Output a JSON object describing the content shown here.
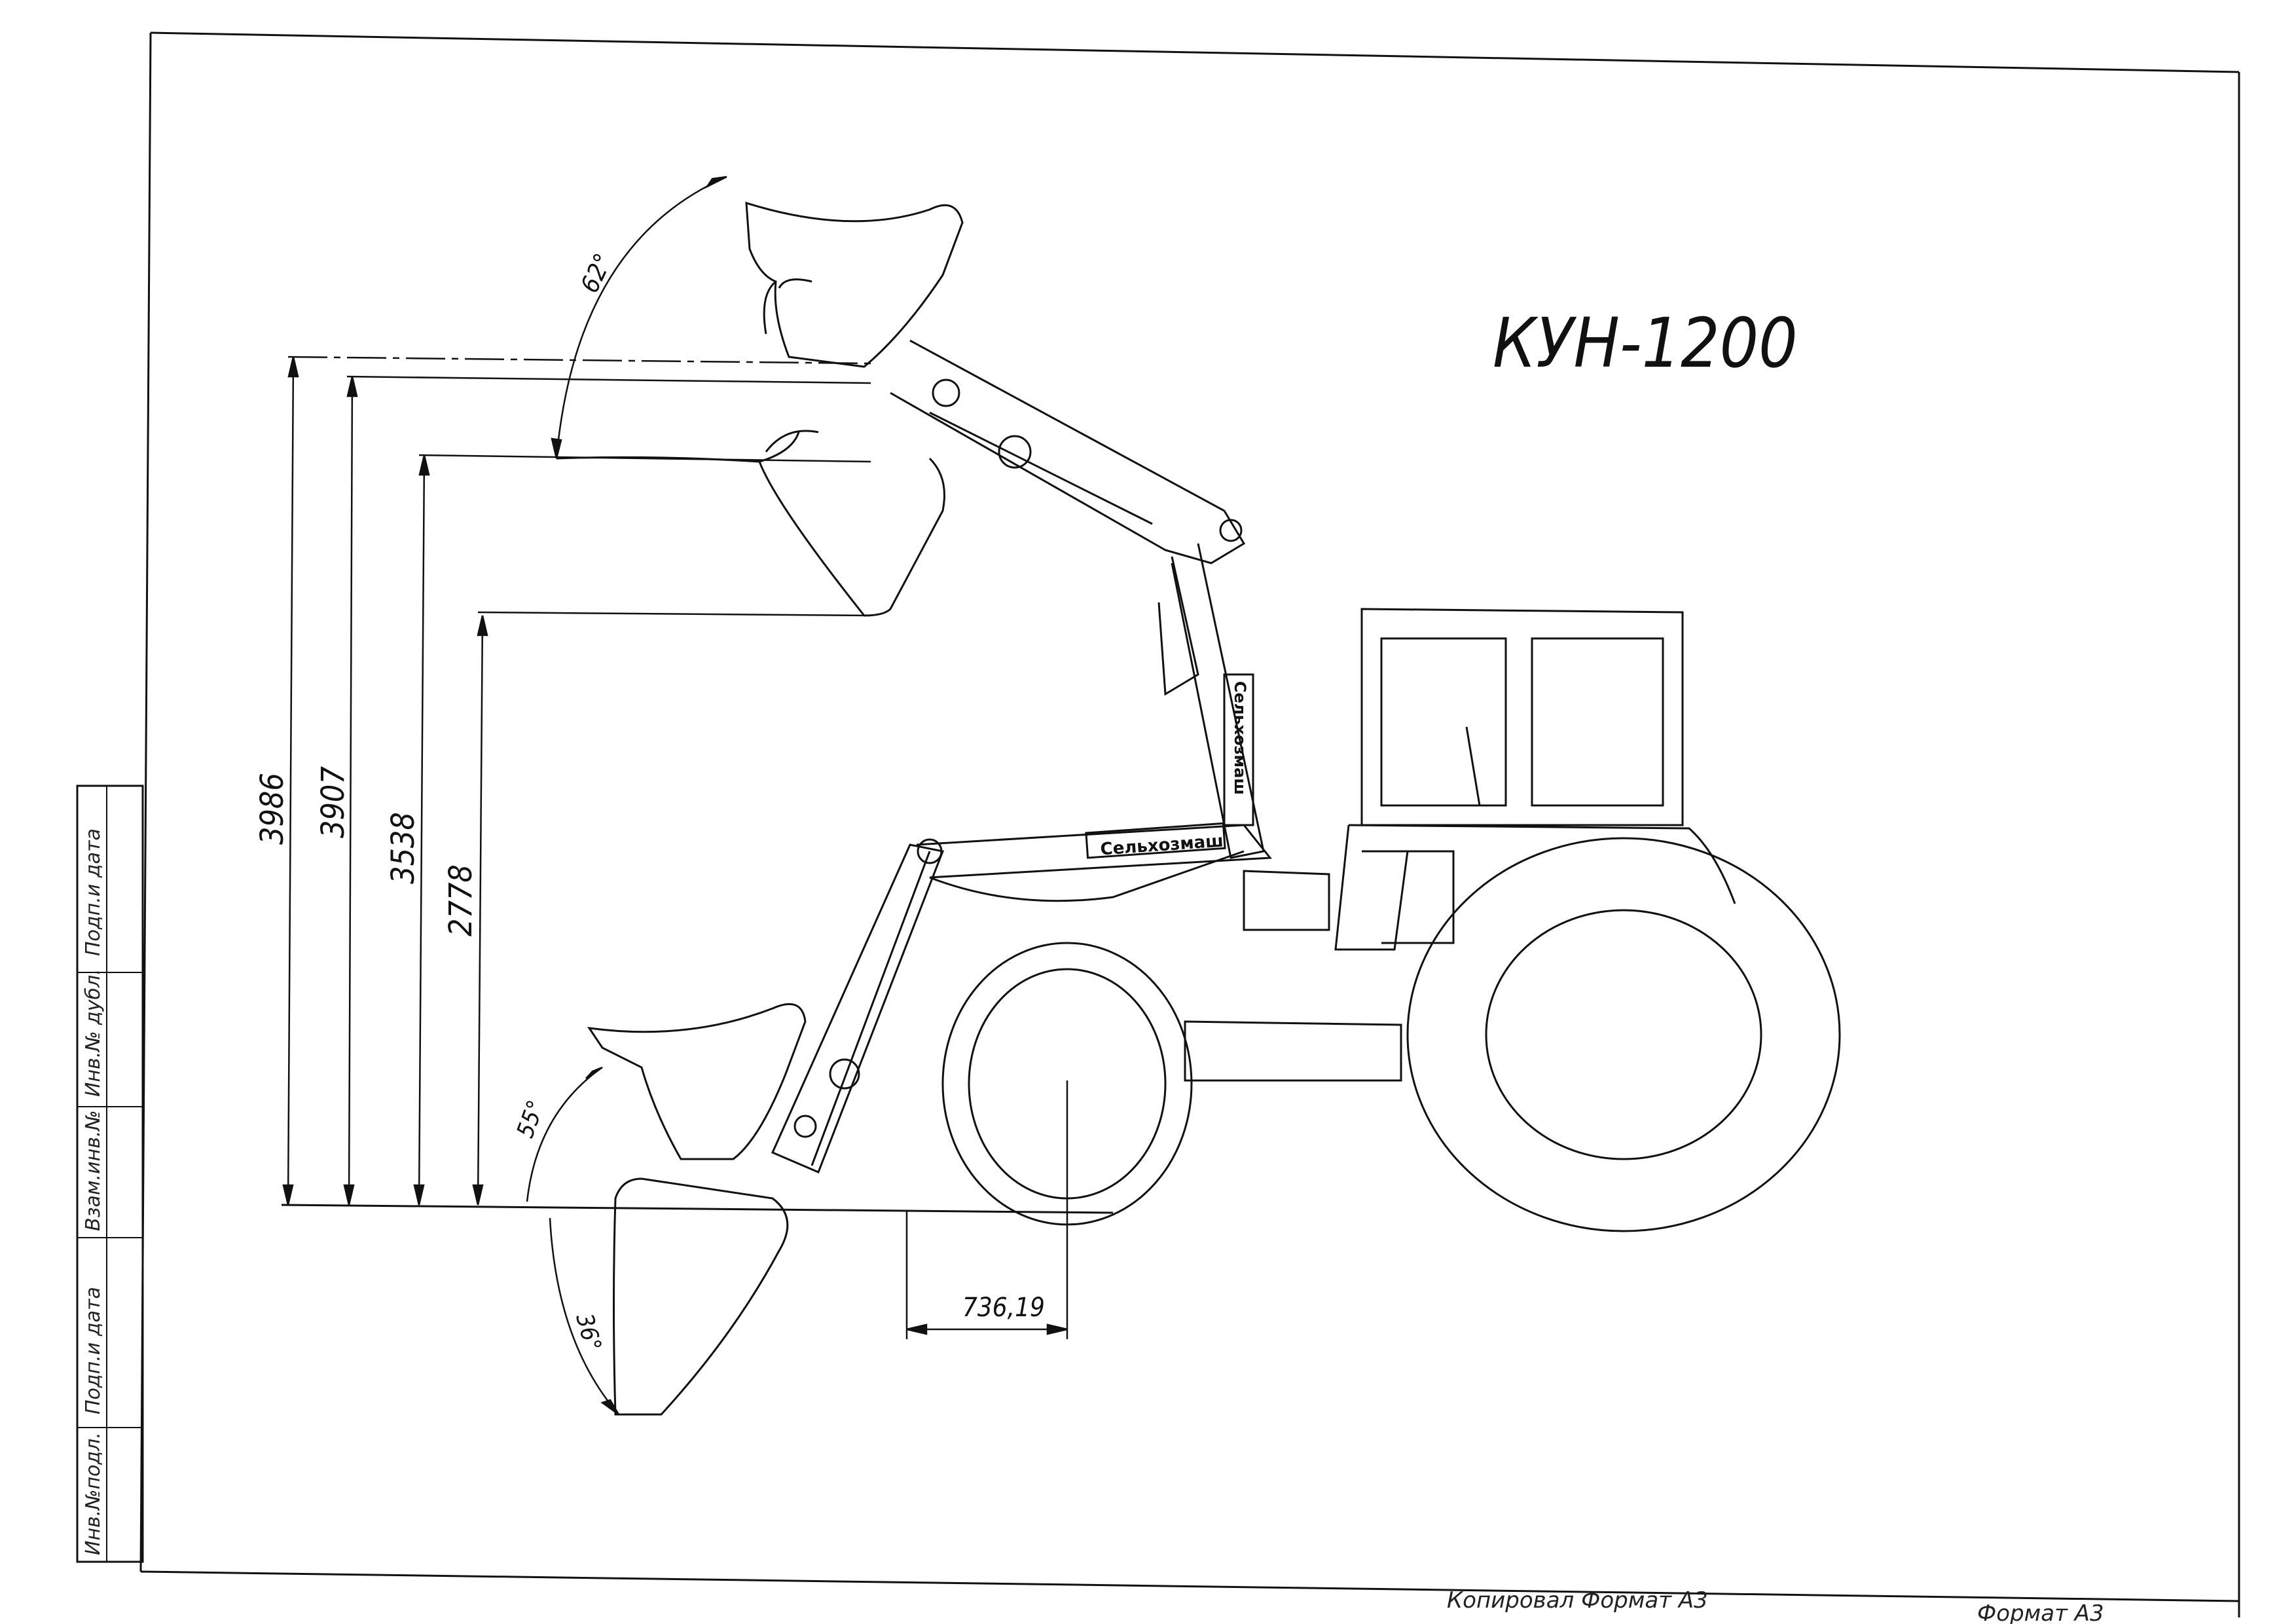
{
  "title": "КУН-1200",
  "dimensions": {
    "heights": [
      "3986",
      "3907",
      "3538",
      "2778"
    ],
    "horizontal": "736,19"
  },
  "angles": {
    "top_bucket": "62°",
    "bottom_bucket_upper": "55°",
    "bottom_bucket_lower": "36°"
  },
  "side_stamp": {
    "cells": [
      "Подп.и дата",
      "Инв.№ дубл.",
      "Взам.инв.№",
      "Подп.и дата",
      "Инв.№подл."
    ]
  },
  "footer": {
    "format_1": "Копировал Формат А3",
    "format_2": "Формат А3"
  },
  "machine_labels": {
    "arm_label": "Сельхозмаш",
    "boom_label": "Сельхозмаш"
  }
}
